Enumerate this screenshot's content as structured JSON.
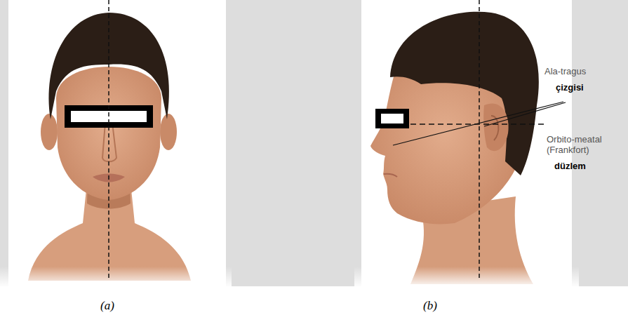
{
  "diagram": {
    "labels": [
      "Ala-tragus",
      "çizgisi",
      "Orbito-meatal (Frankfort)",
      "düzlem",
      "(a)",
      "(b)"
    ]
  }
}
